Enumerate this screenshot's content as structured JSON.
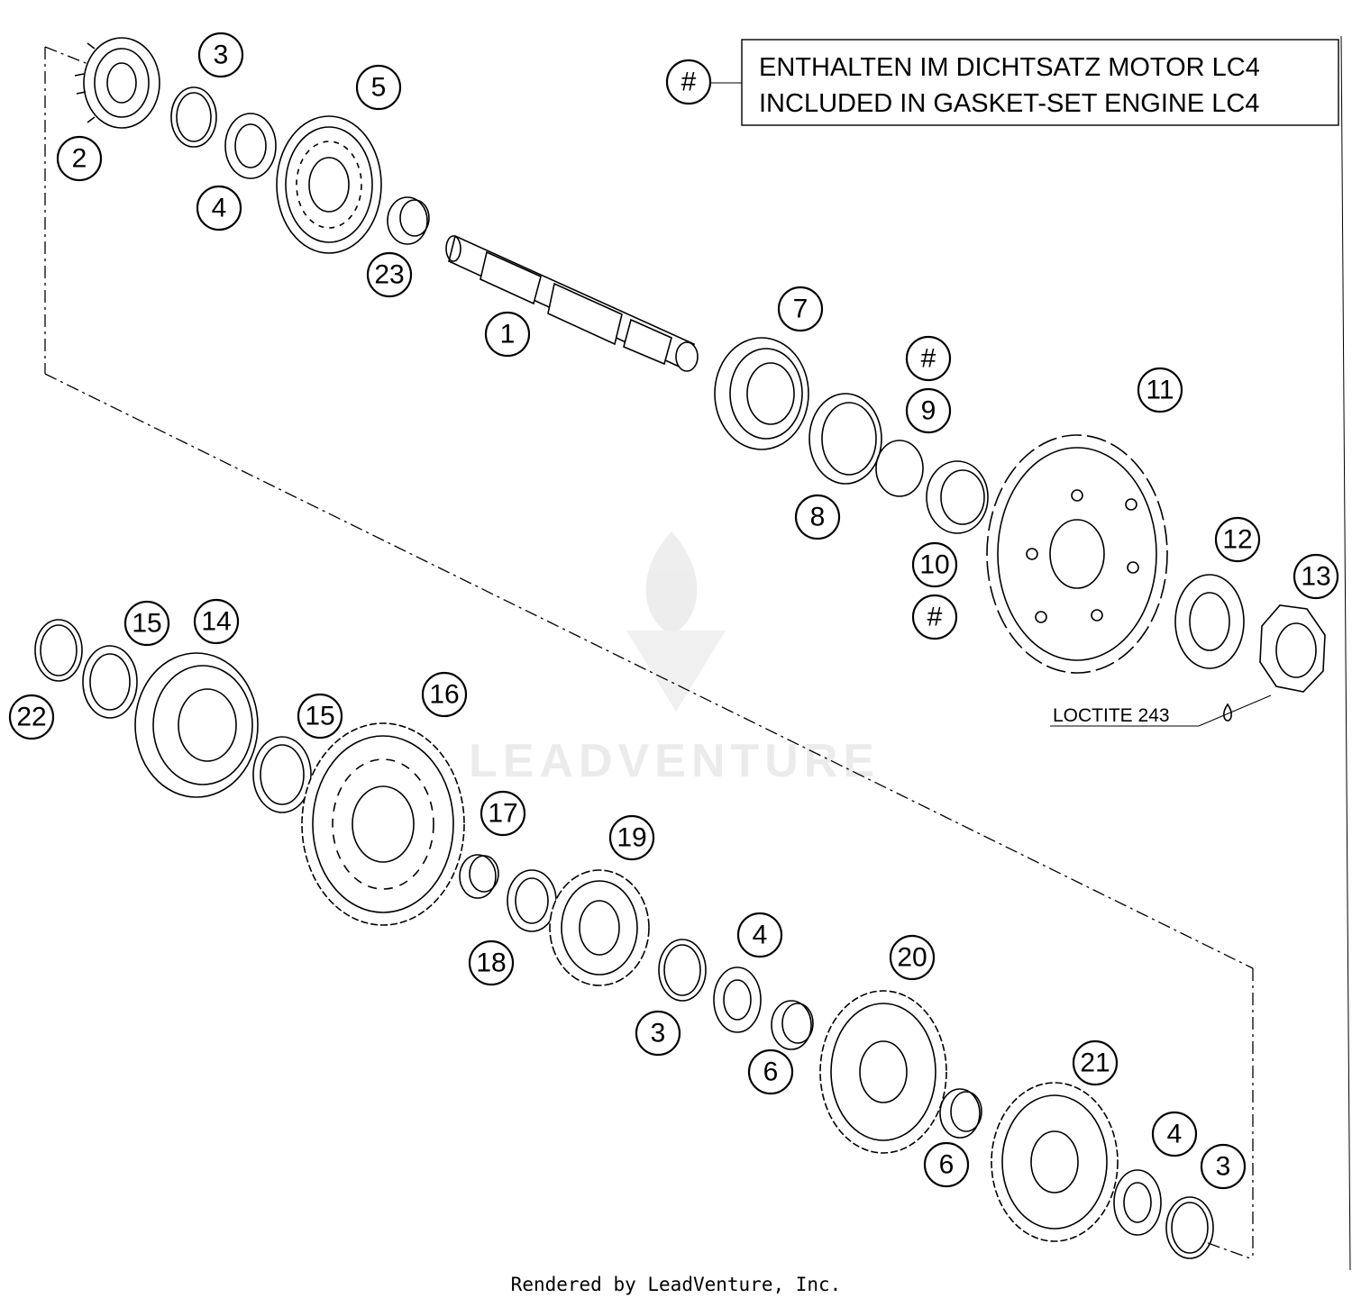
{
  "legend": {
    "symbol": "#",
    "line1": "ENTHALTEN IM DICHTSATZ MOTOR LC4",
    "line2": "INCLUDED IN GASKET-SET ENGINE LC4"
  },
  "annotation": {
    "loctite": "LOCTITE 243"
  },
  "watermark": {
    "text": "LEADVENTURE"
  },
  "footer": {
    "text": "Rendered by LeadVenture, Inc."
  },
  "callouts": [
    {
      "id": "c1",
      "label": "1"
    },
    {
      "id": "c2",
      "label": "2"
    },
    {
      "id": "c3a",
      "label": "3"
    },
    {
      "id": "c3b",
      "label": "3"
    },
    {
      "id": "c3c",
      "label": "3"
    },
    {
      "id": "c4a",
      "label": "4"
    },
    {
      "id": "c4b",
      "label": "4"
    },
    {
      "id": "c4c",
      "label": "4"
    },
    {
      "id": "c5",
      "label": "5"
    },
    {
      "id": "c6a",
      "label": "6"
    },
    {
      "id": "c6b",
      "label": "6"
    },
    {
      "id": "c7",
      "label": "7"
    },
    {
      "id": "c8",
      "label": "8"
    },
    {
      "id": "c9",
      "label": "9"
    },
    {
      "id": "c10",
      "label": "10"
    },
    {
      "id": "c11",
      "label": "11"
    },
    {
      "id": "c12",
      "label": "12"
    },
    {
      "id": "c13",
      "label": "13"
    },
    {
      "id": "c14",
      "label": "14"
    },
    {
      "id": "c15a",
      "label": "15"
    },
    {
      "id": "c15b",
      "label": "15"
    },
    {
      "id": "c16",
      "label": "16"
    },
    {
      "id": "c17",
      "label": "17"
    },
    {
      "id": "c18",
      "label": "18"
    },
    {
      "id": "c19",
      "label": "19"
    },
    {
      "id": "c20",
      "label": "20"
    },
    {
      "id": "c21",
      "label": "21"
    },
    {
      "id": "c22",
      "label": "22"
    },
    {
      "id": "c23",
      "label": "23"
    },
    {
      "id": "h1",
      "label": "#"
    },
    {
      "id": "h2",
      "label": "#"
    },
    {
      "id": "h3",
      "label": "#"
    }
  ]
}
